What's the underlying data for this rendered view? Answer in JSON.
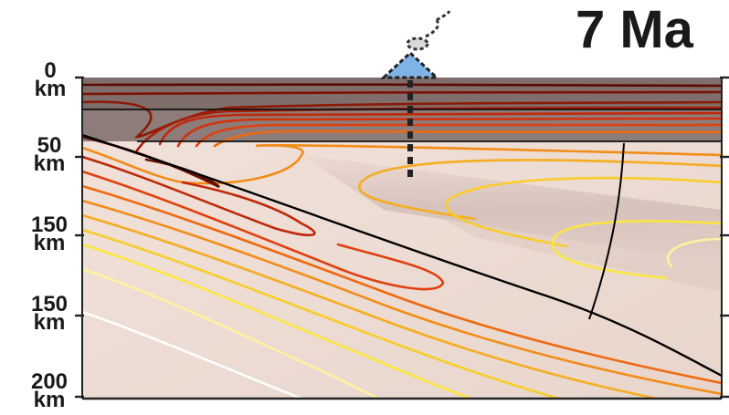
{
  "title": "7 Ma",
  "depth_axis": {
    "ticks": [
      {
        "value": "0",
        "unit": "km"
      },
      {
        "value": "50",
        "unit": "km"
      },
      {
        "value": "150",
        "unit": "km"
      },
      {
        "value": "150",
        "unit": "km"
      },
      {
        "value": "200",
        "unit": "km"
      }
    ]
  },
  "colors": {
    "crust": "#8a7a78",
    "mantle": "#ecdcd4",
    "slab_line": "#000000",
    "volcano": "#7fb3e8",
    "isotherms": [
      "#5a0a00",
      "#8b1a05",
      "#c0280a",
      "#e0400f",
      "#ee6a10",
      "#f28c18",
      "#f5ac20",
      "#f8cc2a",
      "#fbe640",
      "#fdf3a0",
      "#ffffff"
    ]
  },
  "icons": {
    "volcano": "volcano-icon",
    "plume": "ash-plume-icon"
  }
}
